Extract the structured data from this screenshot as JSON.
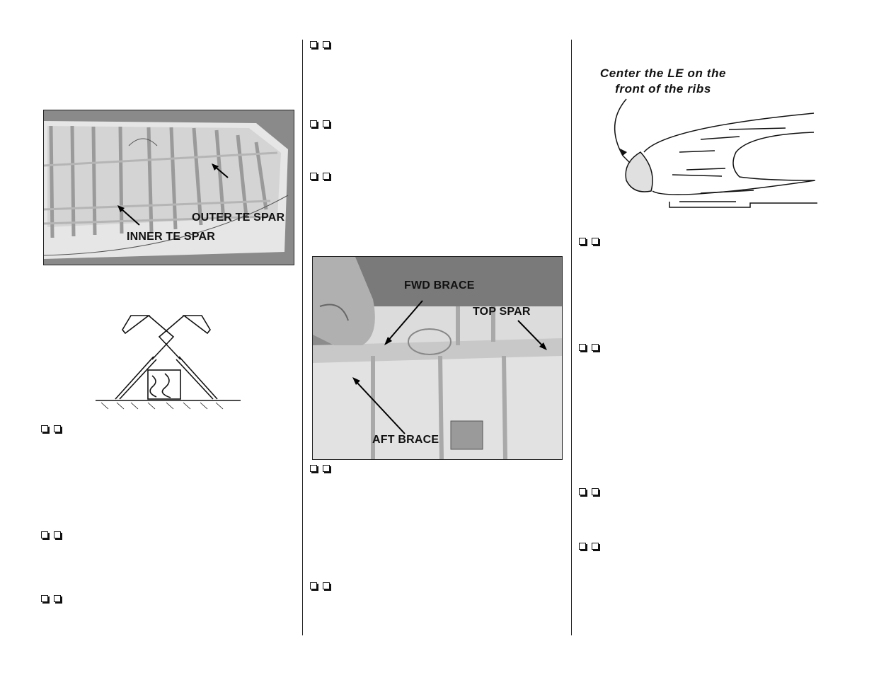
{
  "photo_wing": {
    "labels": {
      "outer": "OUTER TE SPAR",
      "inner": "INNER TE SPAR"
    }
  },
  "photo_brace": {
    "labels": {
      "fwd": "FWD BRACE",
      "top": "TOP SPAR",
      "aft": "AFT BRACE"
    }
  },
  "drawing_le": {
    "caption_line1": "Center the LE on the",
    "caption_line2": "front of the ribs"
  },
  "checkbox_count_per_step": 2,
  "colors": {
    "ink": "#111111",
    "photo_bg": "#777777",
    "paper": "#ffffff"
  }
}
